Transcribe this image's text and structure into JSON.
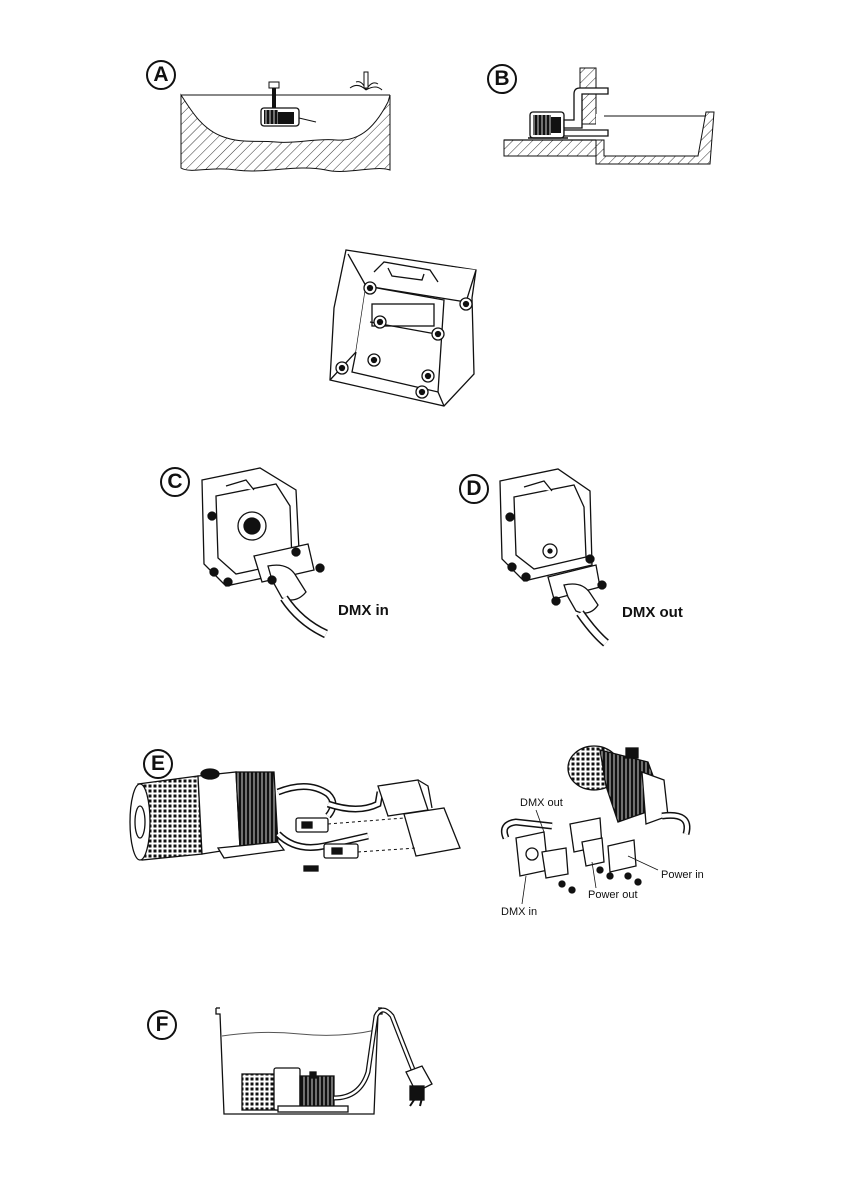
{
  "figures": {
    "a": {
      "label": "A"
    },
    "b": {
      "label": "B"
    },
    "c": {
      "label": "C",
      "callout": "DMX in"
    },
    "d": {
      "label": "D",
      "callout": "DMX out"
    },
    "e": {
      "label": "E",
      "callouts": {
        "dmx_out": "DMX out",
        "dmx_in": "DMX in",
        "power_out": "Power out",
        "power_in": "Power in"
      }
    },
    "f": {
      "label": "F"
    }
  },
  "colors": {
    "line": "#111111",
    "hatch": "#333333",
    "water": "#555555"
  }
}
